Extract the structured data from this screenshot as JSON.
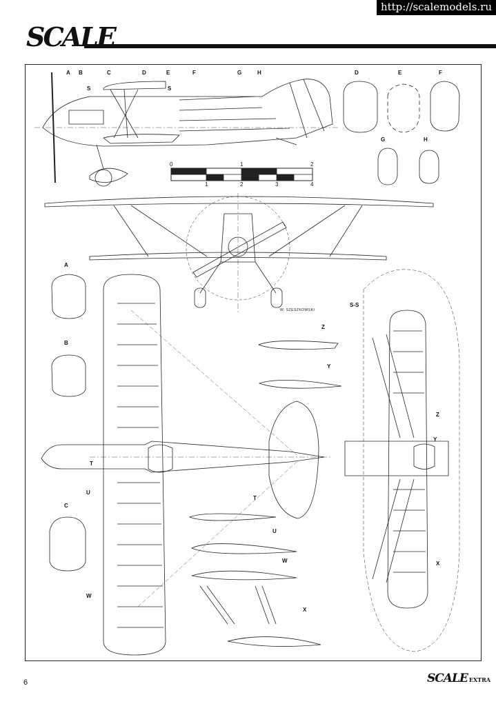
{
  "header": {
    "source_url": "http://scalemodels.ru",
    "logo_text": "SCALE"
  },
  "scale_bar": {
    "top_ticks": [
      "0",
      "1",
      "2"
    ],
    "bottom_ticks": [
      "1",
      "2",
      "3",
      "4"
    ]
  },
  "section_markers_top": [
    "A",
    "B",
    "C",
    "D",
    "E",
    "F",
    "G",
    "H"
  ],
  "section_s_labels": [
    "S",
    "S"
  ],
  "section_views": {
    "fuselage_sections": [
      "D",
      "E",
      "F",
      "G",
      "H"
    ],
    "left_sections": [
      "A",
      "B",
      "C"
    ],
    "wing_section": "S-S",
    "airfoils": [
      "Z",
      "Y",
      "T",
      "U",
      "W",
      "X"
    ],
    "plan_markers_left": [
      "T",
      "U",
      "W"
    ],
    "plan_markers_right": [
      "Z",
      "Y",
      "X"
    ]
  },
  "signature": "W. SZESZKOWSKI",
  "footer": {
    "page_number": "6",
    "logo_text": "SCALE",
    "logo_suffix": "EXTRA"
  }
}
